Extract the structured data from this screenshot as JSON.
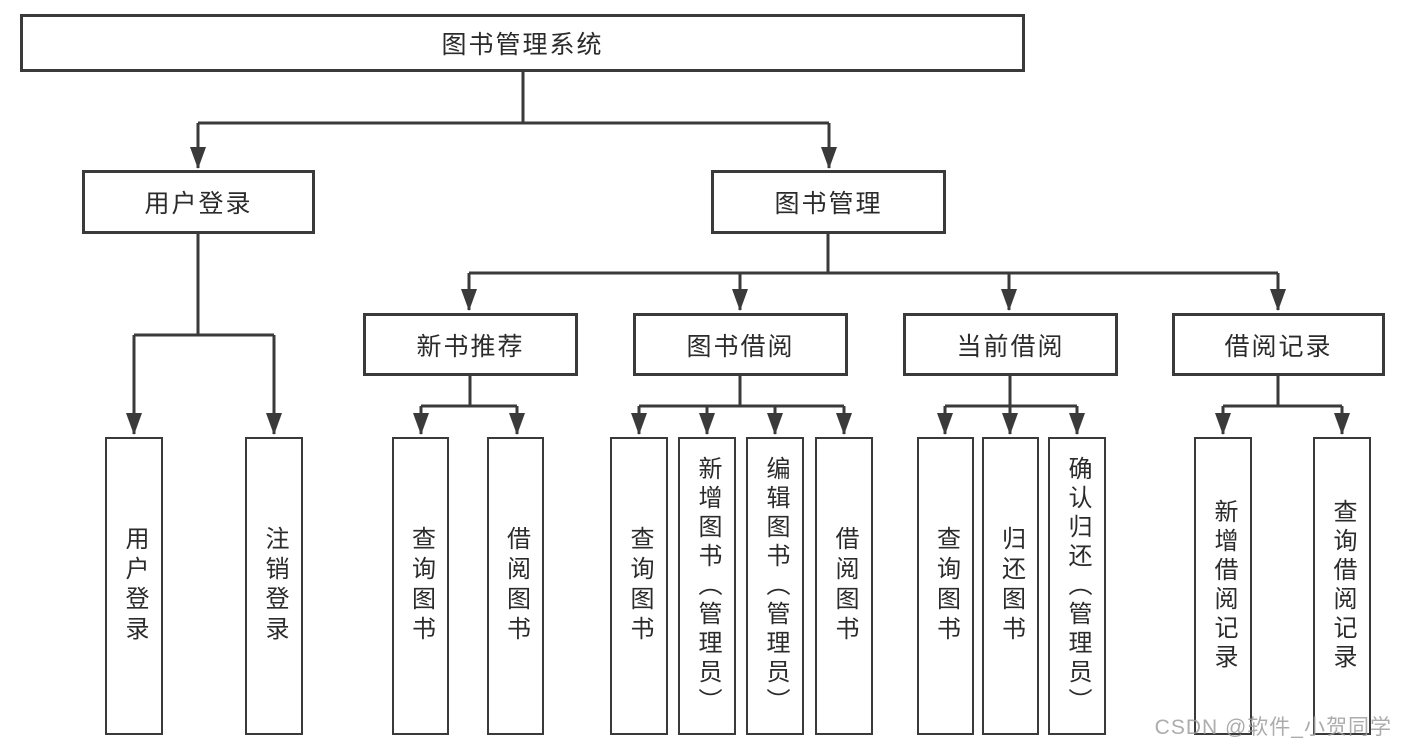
{
  "tree": {
    "label": "图书管理系统",
    "children": [
      {
        "label": "用户登录",
        "children": [
          {
            "label": "用户登录"
          },
          {
            "label": "注销登录"
          }
        ]
      },
      {
        "label": "图书管理",
        "children": [
          {
            "label": "新书推荐",
            "children": [
              {
                "label": "查询图书"
              },
              {
                "label": "借阅图书"
              }
            ]
          },
          {
            "label": "图书借阅",
            "children": [
              {
                "label": "查询图书"
              },
              {
                "label": "新增图书（管理员）"
              },
              {
                "label": "编辑图书（管理员）"
              },
              {
                "label": "借阅图书"
              }
            ]
          },
          {
            "label": "当前借阅",
            "children": [
              {
                "label": "查询图书"
              },
              {
                "label": "归还图书"
              },
              {
                "label": "确认归还（管理员）"
              }
            ]
          },
          {
            "label": "借阅记录",
            "children": [
              {
                "label": "新增借阅记录"
              },
              {
                "label": "查询借阅记录"
              }
            ]
          }
        ]
      }
    ]
  },
  "watermark": "CSDN @软件_小贺同学",
  "colors": {
    "line": "#3a3a3a",
    "text": "#2b2b2b",
    "background": "#ffffff",
    "watermark": "#9e9e9e"
  }
}
